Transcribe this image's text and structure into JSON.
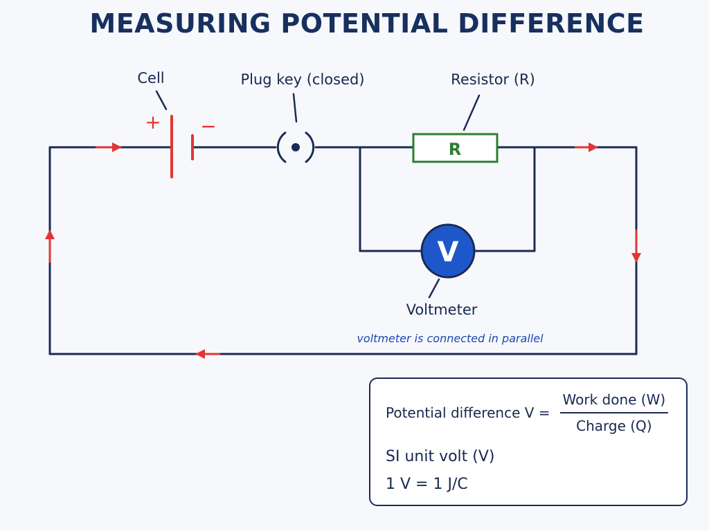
{
  "title": "MEASURING POTENTIAL DIFFERENCE",
  "labels": {
    "cell": "Cell",
    "plug_key": "Plug key (closed)",
    "resistor": "Resistor (R)",
    "resistor_symbol": "R",
    "voltmeter": "Voltmeter",
    "voltmeter_symbol": "V",
    "plus": "+",
    "minus": "−",
    "parallel_note": "voltmeter is connected in parallel"
  },
  "formula": {
    "lhs": "Potential difference V =",
    "numerator": "Work done (W)",
    "denominator": "Charge (Q)",
    "si_unit": "SI unit volt (V)",
    "equivalence": "1 V = 1 J/C"
  },
  "colors": {
    "wire": "#1b2b55",
    "arrow": "#e23434",
    "resistor": "#2e7d32",
    "voltmeter_fill": "#1e57c9",
    "title": "#17305f",
    "note": "#1c47b0"
  },
  "icons": {
    "current_arrow": "arrow-icon",
    "cell_symbol": "cell-icon",
    "plug_key_symbol": "plug-key-icon"
  }
}
